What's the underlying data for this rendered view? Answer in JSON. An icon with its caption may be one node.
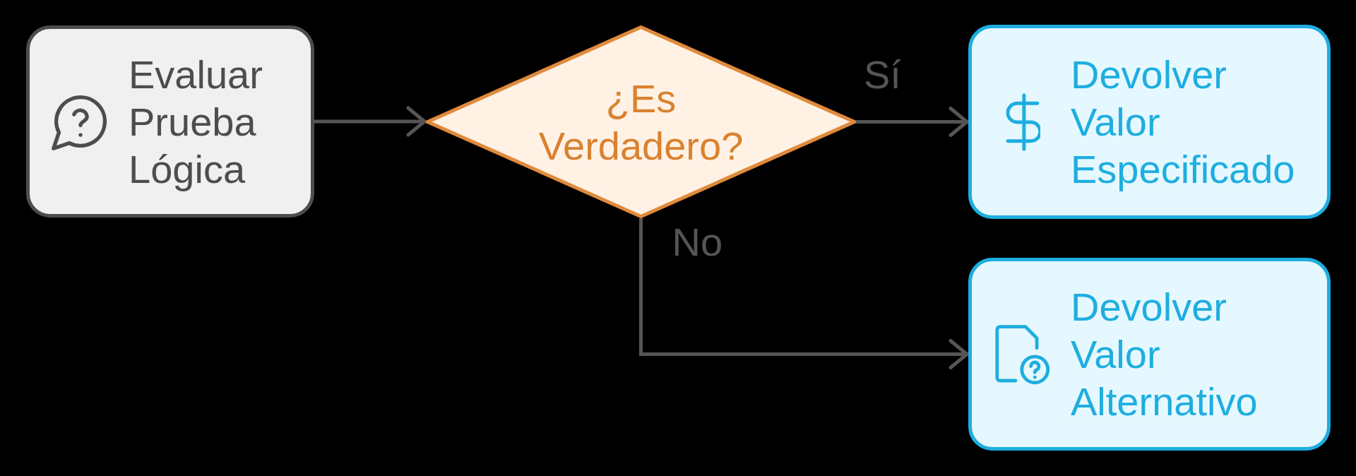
{
  "diagram": {
    "nodes": [
      {
        "text": [
          "Evaluar Prueba Lógica"
        ]
      },
      {
        "text": [
          "¿Es Verdadero?"
        ]
      },
      {
        "text": [
          "Devolver Valor Especificado"
        ]
      },
      {
        "text": [
          "Devolver Valor Alternativo"
        ]
      }
    ],
    "edges": [
      {
        "from": 0,
        "to": 1,
        "arrow": "to"
      },
      {
        "from": 1,
        "to": 2,
        "arrow": "to",
        "label": "Sí"
      },
      {
        "from": 1,
        "to": 3,
        "arrow": "to",
        "label": "No"
      }
    ]
  }
}
